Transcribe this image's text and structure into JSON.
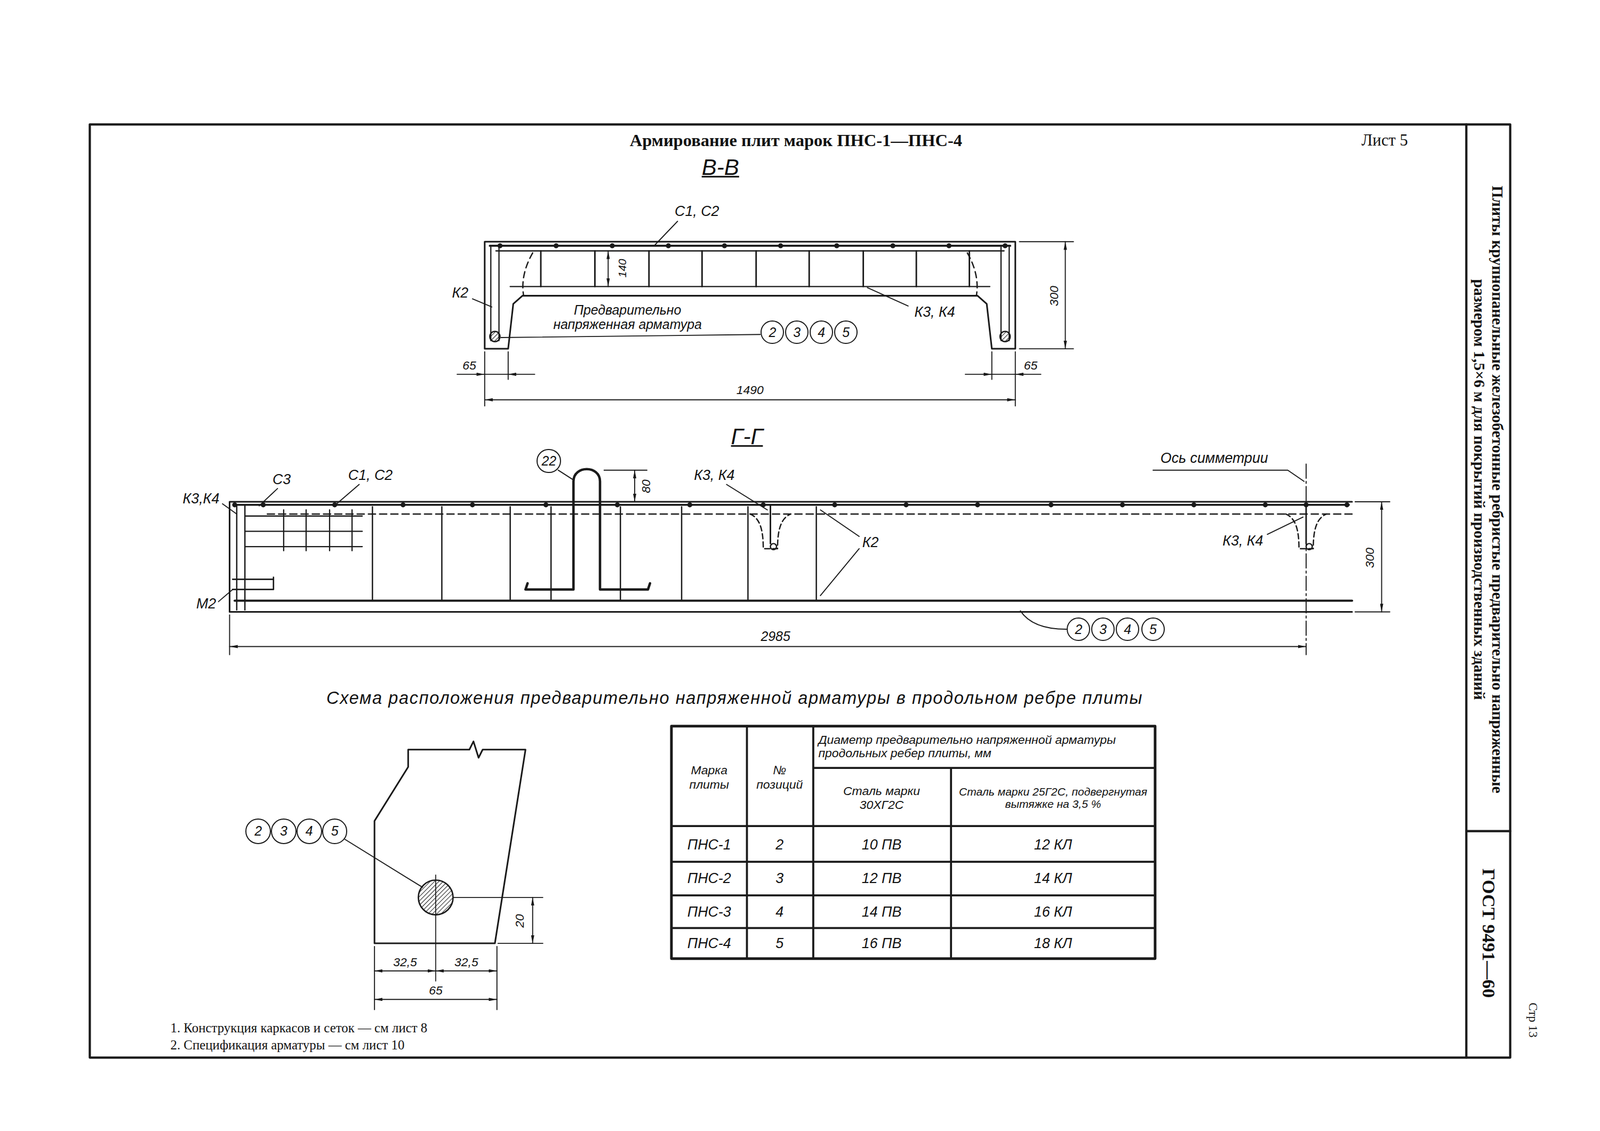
{
  "diagram": {
    "title": "Армирование плит марок ПНС-1—ПНС-4",
    "nodes": [
      {
        "text": [
          "2"
        ]
      },
      {
        "text": [
          "3"
        ]
      },
      {
        "text": [
          "4"
        ]
      },
      {
        "text": [
          "5"
        ]
      },
      {
        "text": [
          "22"
        ]
      },
      {
        "text": [
          "2"
        ]
      },
      {
        "text": [
          "3"
        ]
      },
      {
        "text": [
          "4"
        ]
      },
      {
        "text": [
          "5"
        ]
      },
      {
        "text": [
          "2"
        ]
      },
      {
        "text": [
          "3"
        ]
      },
      {
        "text": [
          "4"
        ]
      },
      {
        "text": [
          "5"
        ]
      }
    ],
    "labels": [
      "Лист 5",
      "В-В",
      "С1, С2",
      "140",
      "300",
      "К2",
      "Предварительно напряженная арматура",
      "К3, К4",
      "65",
      "1490",
      "65",
      "Г-Г",
      "К3,К4",
      "С3",
      "С1, С2",
      "80",
      "К3, К4",
      "Ось симметрии",
      "К2",
      "К3, К4",
      "300",
      "М2",
      "2985",
      "Схема расположения предварительно напряженной арматуры в продольном ребре плиты",
      "32,5",
      "32,5",
      "65",
      "20",
      "Марка плиты",
      "№ позиций",
      "Диаметр предварительно напряженной арматуры продольных ребер плиты, мм",
      "Сталь марки 30ХГ2С",
      "Сталь марки 25Г2С, подвергнутая вытяжке на 3,5 %",
      "ПНС-1",
      "2",
      "10 ПВ",
      "12 КЛ",
      "ПНС-2",
      "3",
      "12 ПВ",
      "14 КЛ",
      "ПНС-3",
      "4",
      "14 ПВ",
      "16 КЛ",
      "ПНС-4",
      "5",
      "16 ПВ",
      "18 КЛ",
      "1. Конструкция каркасов и сеток — см лист 8",
      "2. Спецификация арматуры — см лист 10",
      "Плиты крупнопанельные железобетонные ребристые предварительно напряженные размером 1,5×6 м для покрытий производственных зданий",
      "ГОСТ 9491—60",
      "Стр 13"
    ]
  }
}
